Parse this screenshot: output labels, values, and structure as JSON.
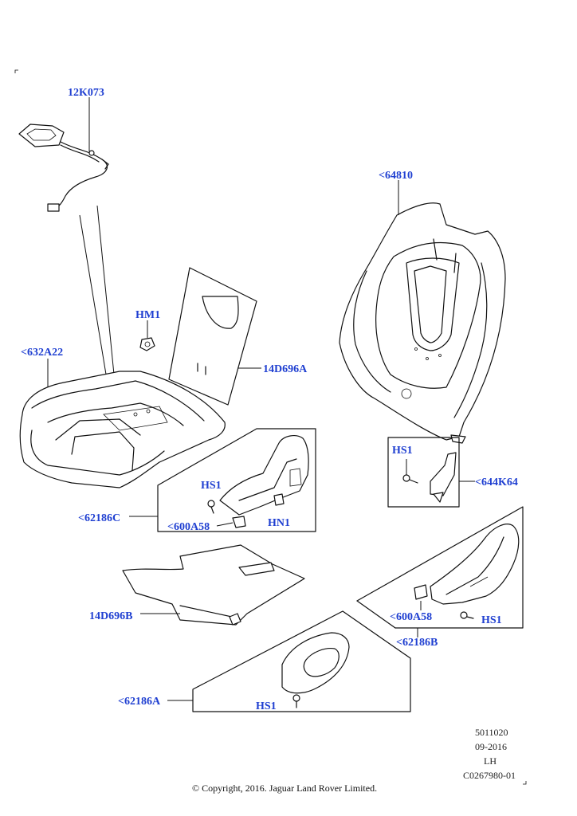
{
  "labels": {
    "harness": "12K073",
    "cushion": "<632A22",
    "heater_mat_seat": "14D696A",
    "clip": "HM1",
    "back_foam": "<64810",
    "valance_front": "<62186C",
    "screw_hs1_a": "HS1",
    "bracket_a": "<600A58",
    "nut_hn1": "HN1",
    "screw_hs1_b": "HS1",
    "lever_trim": "<644K64",
    "heater_mat_back": "14D696B",
    "bracket_b": "<600A58",
    "screw_hs1_c": "HS1",
    "valance_side": "<62186B",
    "valance_rear": "<62186A",
    "screw_hs1_d": "HS1"
  },
  "meta": {
    "code": "5011020",
    "date": "09-2016",
    "side": "LH",
    "ref": "C0267980-01"
  },
  "copyright": "© Copyright, 2016. Jaguar Land Rover Limited."
}
